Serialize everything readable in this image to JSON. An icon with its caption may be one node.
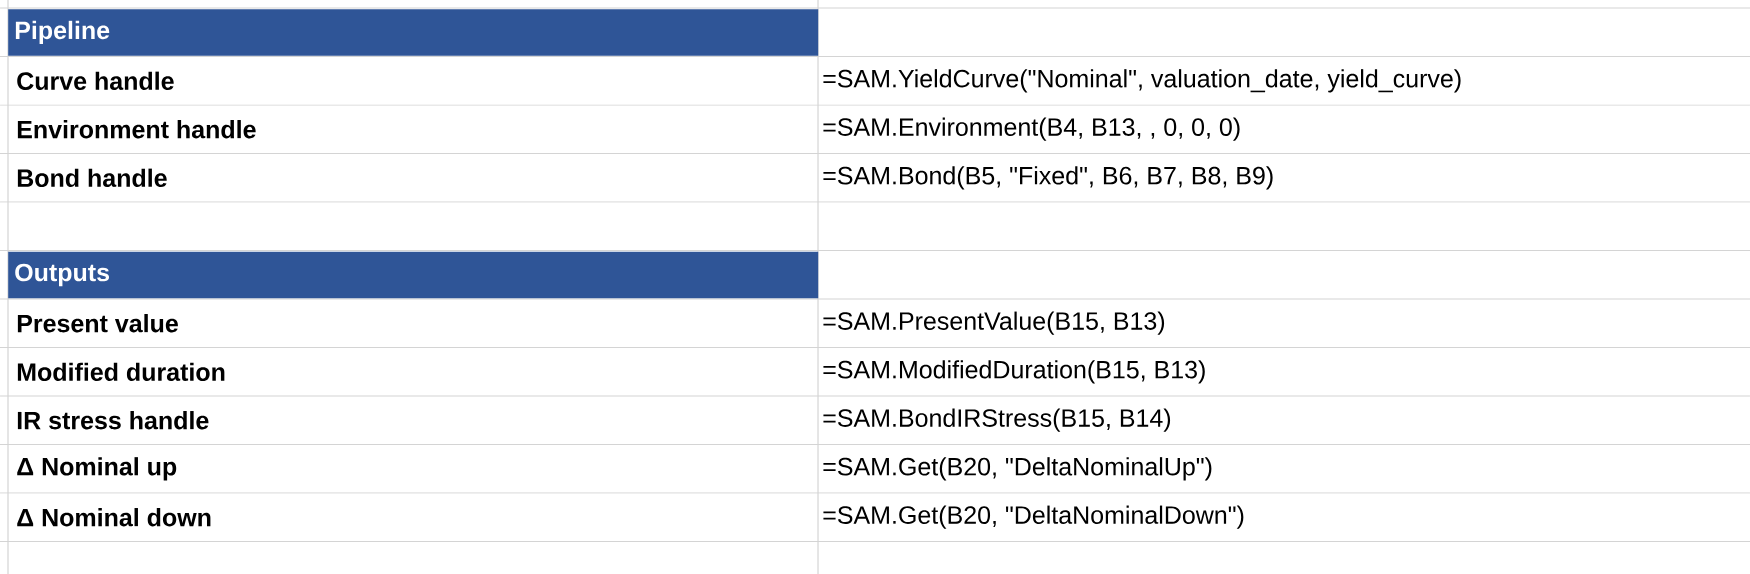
{
  "diagram": {
    "nodes": [
      {
        "text": [
          "Pipeline"
        ]
      },
      {
        "text": [
          "Outputs"
        ]
      }
    ],
    "labels": [
      "Curve handle",
      "=SAM.YieldCurve(\"Nominal\", valuation_date, yield_curve)",
      "Environment handle",
      "=SAM.Environment(B4, B13, , 0, 0, 0)",
      "Bond handle",
      "=SAM.Bond(B5, \"Fixed\", B6, B7, B8, B9)",
      "Present value",
      "=SAM.PresentValue(B15, B13)",
      "Modified duration",
      "=SAM.ModifiedDuration(B15, B13)",
      "IR stress handle",
      "=SAM.BondIRStress(B15, B14)",
      "Δ Nominal up",
      "=SAM.Get(B20, \"DeltaNominalUp\")",
      "Δ Nominal down",
      "=SAM.Get(B20, \"DeltaNominalDown\")"
    ]
  }
}
